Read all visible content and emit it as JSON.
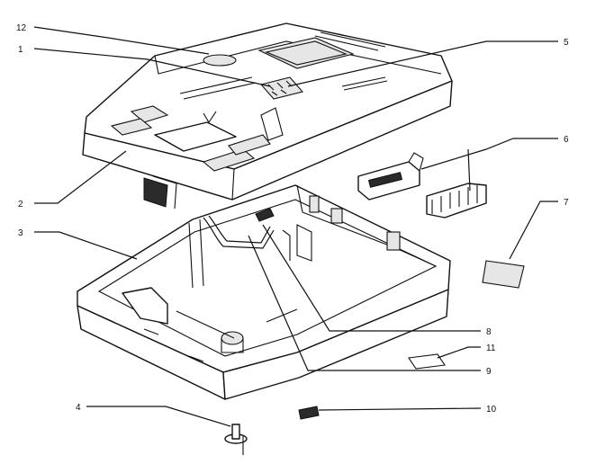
{
  "diagram": {
    "callouts": [
      {
        "id": "12",
        "label": "12"
      },
      {
        "id": "1",
        "label": "1"
      },
      {
        "id": "5",
        "label": "5"
      },
      {
        "id": "6",
        "label": "6"
      },
      {
        "id": "2",
        "label": "2"
      },
      {
        "id": "7",
        "label": "7"
      },
      {
        "id": "3",
        "label": "3"
      },
      {
        "id": "8",
        "label": "8"
      },
      {
        "id": "11",
        "label": "11"
      },
      {
        "id": "9",
        "label": "9"
      },
      {
        "id": "4",
        "label": "4"
      },
      {
        "id": "10",
        "label": "10"
      }
    ],
    "colors": {
      "ink": "#111111",
      "paper": "#ffffff"
    }
  }
}
